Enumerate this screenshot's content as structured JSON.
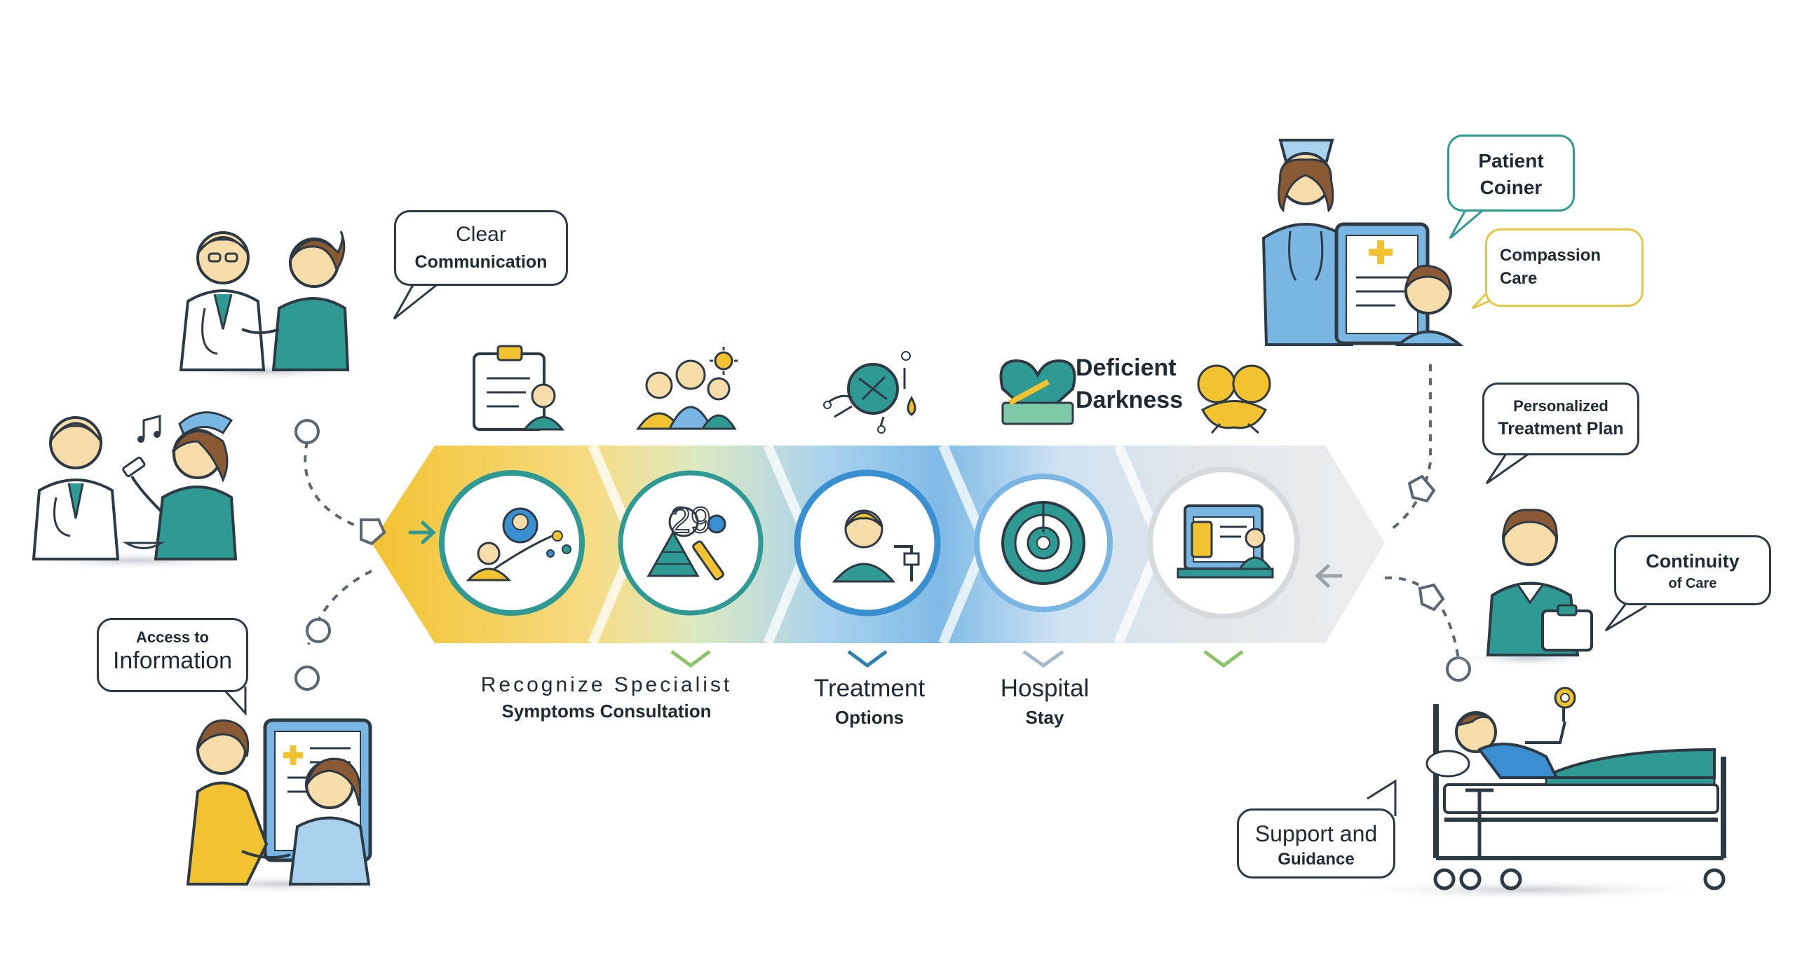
{
  "bubbles": {
    "clear_communication": {
      "line1": "Clear",
      "line2": "Communication"
    },
    "access_information": {
      "line1": "Access to",
      "line2": "Information"
    },
    "patient_coiner": {
      "line1": "Patient",
      "line2": "Coiner"
    },
    "compassion_care": {
      "line1": "Compassion",
      "line2": "Care"
    },
    "personalized_plan": {
      "line1": "Personalized",
      "line2": "Treatment Plan"
    },
    "continuity_care": {
      "line1": "Continuity",
      "line2": "of Care"
    },
    "support_guidance": {
      "line1": "Support and",
      "line2": "Guidance"
    }
  },
  "heading": {
    "line1": "Deficient",
    "line2": "Darkness"
  },
  "steps": [
    {
      "top": "Recognize Specialist",
      "bottom": "Symptoms Consultation"
    },
    {
      "top": "Treatment",
      "bottom": "Options"
    },
    {
      "top": "Hospital",
      "bottom": "Stay"
    }
  ],
  "overlay_number": "29",
  "colors": {
    "yellow": "#f2c230",
    "teal": "#2f9a93",
    "blue": "#3a8fd0",
    "light_blue": "#79b6e3",
    "gray": "#d6dadd",
    "outline": "#2d3a44"
  }
}
